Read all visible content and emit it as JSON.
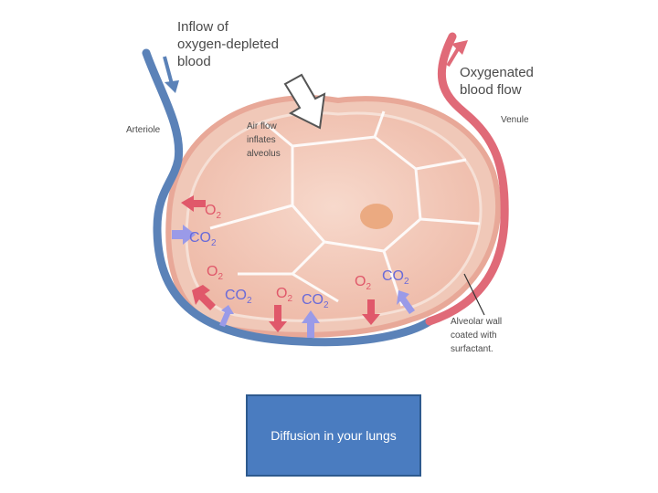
{
  "labels": {
    "inflow": [
      "Inflow of",
      "oxygen-depleted",
      "blood"
    ],
    "oxygenated": [
      "Oxygenated",
      "blood flow"
    ],
    "arteriole": "Arteriole",
    "venule": "Venule",
    "airflow": [
      "Air flow",
      "inflates",
      "alveolus"
    ],
    "alveolar_wall": [
      "Alveolar wall",
      "coated with",
      "surfactant."
    ]
  },
  "gas": {
    "o2": "O",
    "co2": "CO",
    "sub": "2"
  },
  "caption": "Diffusion in your lungs",
  "colors": {
    "artery_blue": "#5b82b8",
    "vein_red": "#e06a78",
    "alveolus_fill": "#f4cdbf",
    "o2_arrow": "#e0586a",
    "co2_arrow": "#9a9ae8",
    "caption_bg": "#4a7cc0"
  }
}
